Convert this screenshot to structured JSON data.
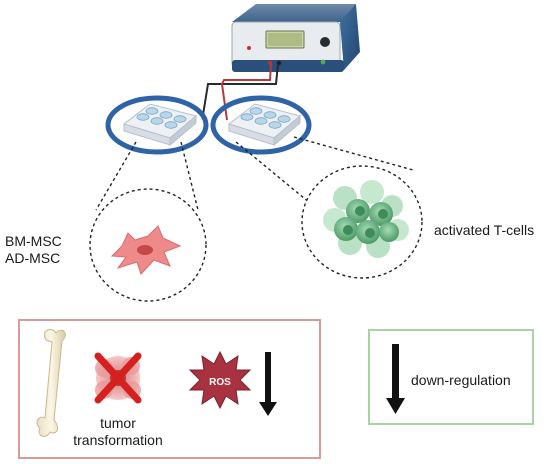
{
  "labels": {
    "msc_line1": "BM-MSC",
    "msc_line2": "AD-MSC",
    "tcells": "activated T-cells",
    "tumor_line1": "tumor",
    "tumor_line2": "transformation",
    "ros": "ROS",
    "legend_downreg": "down-regulation"
  },
  "colors": {
    "plate_ring": "#2e63a8",
    "device_body": "#2f5b8f",
    "effects_box_border": "#d99a9a",
    "legend_box_border": "#a9d2a6",
    "ros_star": "#a8323f",
    "tumor_x": "#d62020",
    "msc_cell": "#ee8a8a",
    "tcell": "#6fb98b"
  },
  "icons": [
    "power-supply-device",
    "well-plate-left",
    "well-plate-right",
    "msc-cell-icon",
    "tcell-cluster-icon",
    "bone-icon",
    "tumor-cells-icon",
    "x-cross-icon",
    "ros-burst-icon",
    "down-arrow-icon"
  ]
}
